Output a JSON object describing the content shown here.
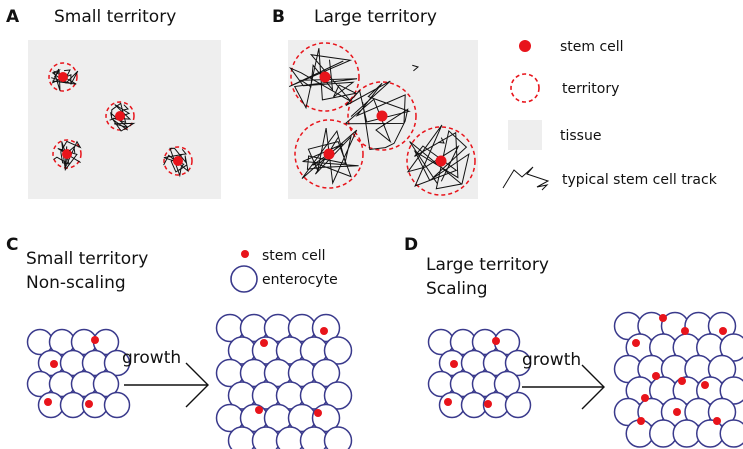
{
  "panels": {
    "a": {
      "letter": "A",
      "title": "Small territory"
    },
    "b": {
      "letter": "B",
      "title": "Large territory"
    },
    "c": {
      "letter": "C",
      "title_line1": "Small territory",
      "title_line2": "Non-scaling"
    },
    "d": {
      "letter": "D",
      "title_line1": "Large territory",
      "title_line2": "Scaling"
    }
  },
  "legend_top": {
    "stem_cell": "stem cell",
    "territory": "territory",
    "tissue": "tissue",
    "track": "typical stem cell track"
  },
  "legend_mid": {
    "stem_cell": "stem cell",
    "enterocyte": "enterocyte"
  },
  "arrows": {
    "c_label": "growth",
    "d_label": "growth"
  },
  "colors": {
    "stem_cell": "#e8141b",
    "territory": "#e8141b",
    "tissue": "#eeeeee",
    "enterocyte": "#3a3a8c",
    "track": "#111111"
  }
}
